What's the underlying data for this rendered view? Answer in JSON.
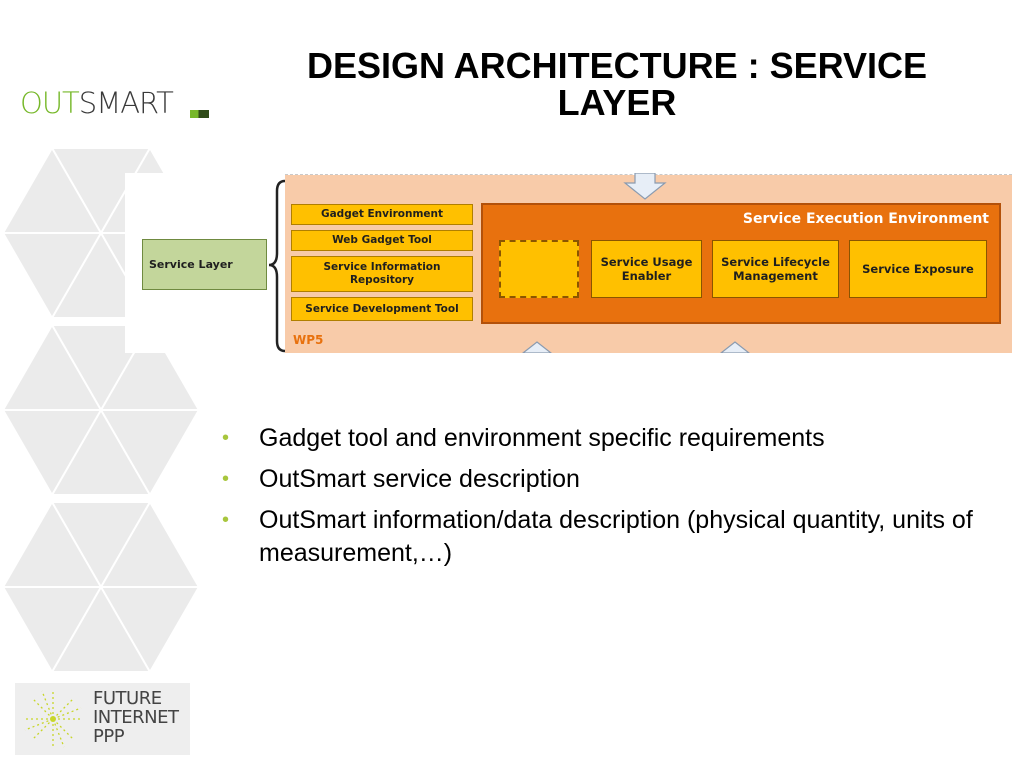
{
  "header": {
    "title": "DESIGN ARCHITECTURE : SERVICE LAYER"
  },
  "logo": {
    "out_green": "OUT",
    "out_dark": "SMART"
  },
  "diagram": {
    "service_layer": "Service Layer",
    "gadget_boxes": [
      "Gadget Environment",
      "Web Gadget Tool",
      "Service Information Repository",
      "Service Development Tool"
    ],
    "execution_environment": {
      "label": "Service Execution Environment",
      "boxes": [
        "Service Usage Enabler",
        "Service Lifecycle Management",
        "Service Exposure"
      ]
    },
    "wp_label": "WP5"
  },
  "bullets": [
    "Gadget tool and environment specific requirements",
    "OutSmart service description",
    "OutSmart information/data description (physical quantity, units of measurement,…)"
  ],
  "footer_logo": {
    "lines": [
      "FUTURE",
      "INTERNET",
      "PPP"
    ]
  },
  "colors": {
    "accent_green": "#77b82a",
    "execution_orange": "#e8710e",
    "box_yellow": "#ffc000",
    "wp5_fill": "#f8cba9",
    "bullet_green": "#a8c63d"
  }
}
